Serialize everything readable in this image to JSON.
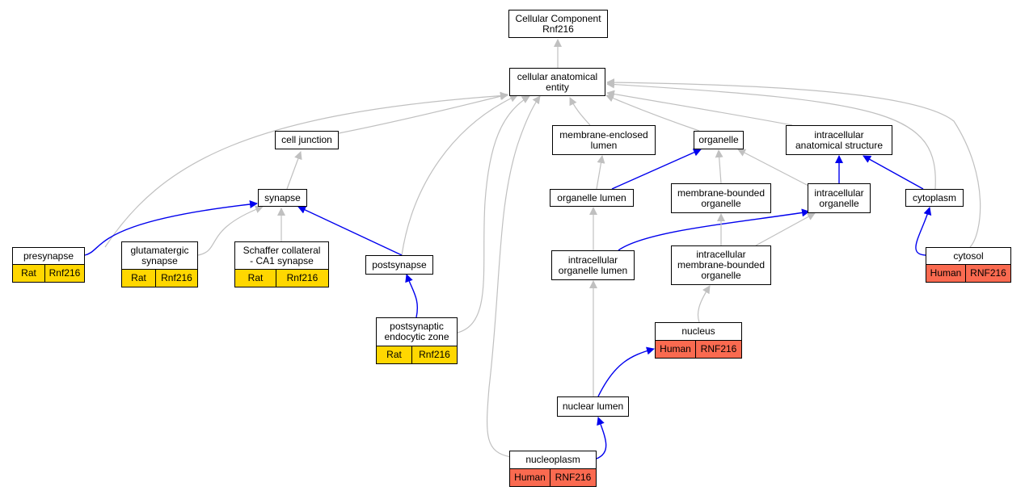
{
  "colors": {
    "isa_edge": "#c0c0c0",
    "partof_edge": "#0000ee",
    "rat_fill": "#ffd700",
    "human_fill": "#fa6a50"
  },
  "nodes": {
    "root": {
      "lines": [
        "Cellular Component",
        "Rnf216"
      ]
    },
    "cae": {
      "lines": [
        "cellular anatomical",
        "entity"
      ]
    },
    "cell_junction": {
      "lines": [
        "cell junction"
      ]
    },
    "mel": {
      "lines": [
        "membrane-enclosed",
        "lumen"
      ]
    },
    "organelle": {
      "lines": [
        "organelle"
      ]
    },
    "ias": {
      "lines": [
        "intracellular",
        "anatomical structure"
      ]
    },
    "synapse": {
      "lines": [
        "synapse"
      ]
    },
    "organelle_lumen": {
      "lines": [
        "organelle lumen"
      ]
    },
    "mbo": {
      "lines": [
        "membrane-bounded",
        "organelle"
      ]
    },
    "io": {
      "lines": [
        "intracellular",
        "organelle"
      ]
    },
    "cytoplasm": {
      "lines": [
        "cytoplasm"
      ]
    },
    "postsynapse": {
      "lines": [
        "postsynapse"
      ]
    },
    "iol": {
      "lines": [
        "intracellular",
        "organelle lumen"
      ]
    },
    "imbo": {
      "lines": [
        "intracellular",
        "membrane-bounded",
        "organelle"
      ]
    },
    "nuclear_lumen": {
      "lines": [
        "nuclear lumen"
      ]
    }
  },
  "gene_nodes": {
    "presynapse": {
      "lines": [
        "presynapse"
      ],
      "species": "Rat",
      "gene": "Rnf216"
    },
    "glut": {
      "lines": [
        "glutamatergic",
        "synapse"
      ],
      "species": "Rat",
      "gene": "Rnf216"
    },
    "schaffer": {
      "lines": [
        "Schaffer collateral",
        "- CA1 synapse"
      ],
      "species": "Rat",
      "gene": "Rnf216"
    },
    "pez": {
      "lines": [
        "postsynaptic",
        "endocytic zone"
      ],
      "species": "Rat",
      "gene": "Rnf216"
    },
    "nucleus": {
      "lines": [
        "nucleus"
      ],
      "species": "Human",
      "gene": "RNF216"
    },
    "cytosol": {
      "lines": [
        "cytosol"
      ],
      "species": "Human",
      "gene": "RNF216"
    },
    "nucleoplasm": {
      "lines": [
        "nucleoplasm"
      ],
      "species": "Human",
      "gene": "RNF216"
    }
  },
  "edges": [
    {
      "from": "cae",
      "to": "root",
      "type": "is_a"
    },
    {
      "from": "cell_junction",
      "to": "cae",
      "type": "is_a"
    },
    {
      "from": "mel",
      "to": "cae",
      "type": "is_a"
    },
    {
      "from": "organelle",
      "to": "cae",
      "type": "is_a"
    },
    {
      "from": "ias",
      "to": "cae",
      "type": "is_a"
    },
    {
      "from": "presynapse",
      "to": "cae",
      "type": "is_a"
    },
    {
      "from": "postsynapse",
      "to": "cae",
      "type": "is_a"
    },
    {
      "from": "pez",
      "to": "cae",
      "type": "is_a"
    },
    {
      "from": "nucleoplasm",
      "to": "cae",
      "type": "is_a"
    },
    {
      "from": "cytoplasm",
      "to": "cae",
      "type": "is_a"
    },
    {
      "from": "cytosol",
      "to": "cae",
      "type": "is_a"
    },
    {
      "from": "synapse",
      "to": "cell_junction",
      "type": "is_a"
    },
    {
      "from": "glut",
      "to": "synapse",
      "type": "is_a"
    },
    {
      "from": "schaffer",
      "to": "synapse",
      "type": "is_a"
    },
    {
      "from": "presynapse",
      "to": "synapse",
      "type": "part_of"
    },
    {
      "from": "postsynapse",
      "to": "synapse",
      "type": "part_of"
    },
    {
      "from": "organelle_lumen",
      "to": "mel",
      "type": "is_a"
    },
    {
      "from": "organelle_lumen",
      "to": "organelle",
      "type": "part_of"
    },
    {
      "from": "mbo",
      "to": "organelle",
      "type": "is_a"
    },
    {
      "from": "io",
      "to": "organelle",
      "type": "is_a"
    },
    {
      "from": "io",
      "to": "ias",
      "type": "part_of"
    },
    {
      "from": "cytoplasm",
      "to": "ias",
      "type": "part_of"
    },
    {
      "from": "iol",
      "to": "organelle_lumen",
      "type": "is_a"
    },
    {
      "from": "iol",
      "to": "io",
      "type": "part_of"
    },
    {
      "from": "imbo",
      "to": "mbo",
      "type": "is_a"
    },
    {
      "from": "imbo",
      "to": "io",
      "type": "is_a"
    },
    {
      "from": "cytosol",
      "to": "cytoplasm",
      "type": "part_of"
    },
    {
      "from": "pez",
      "to": "postsynapse",
      "type": "part_of"
    },
    {
      "from": "nucleus",
      "to": "imbo",
      "type": "is_a"
    },
    {
      "from": "nuclear_lumen",
      "to": "iol",
      "type": "is_a"
    },
    {
      "from": "nuclear_lumen",
      "to": "nucleus",
      "type": "part_of"
    },
    {
      "from": "nucleoplasm",
      "to": "nuclear_lumen",
      "type": "part_of"
    }
  ]
}
